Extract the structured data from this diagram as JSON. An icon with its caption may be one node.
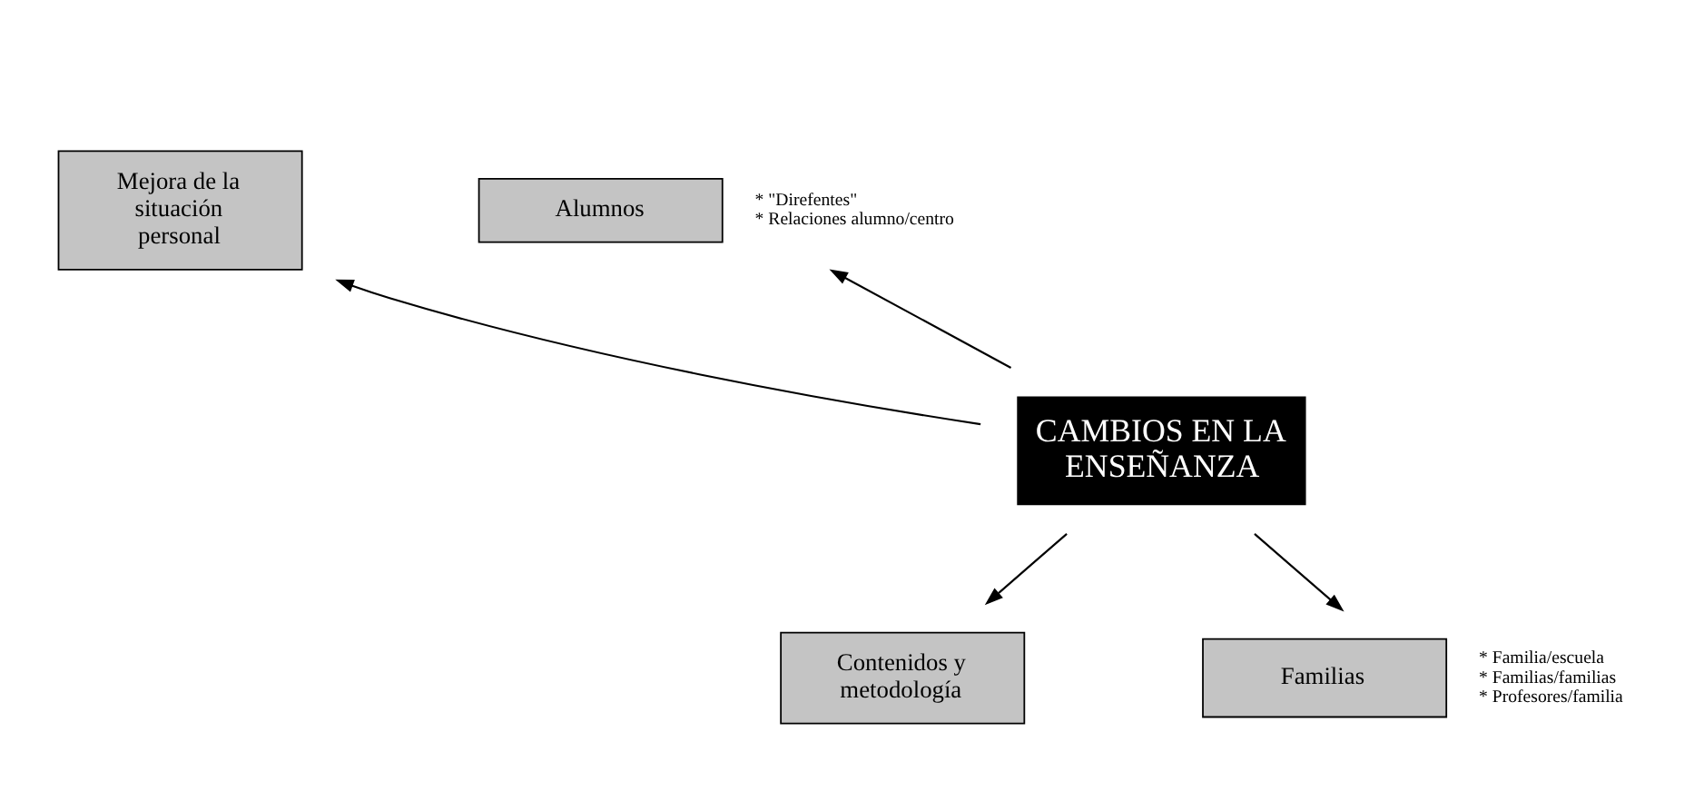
{
  "diagram": {
    "nodes": [
      {
        "text": [
          "Mejora de la situación personal"
        ]
      },
      {
        "text": [
          "Alumnos"
        ],
        "beside": [
          "* \"Direfentes\"",
          "* Relaciones alumno/centro"
        ]
      },
      {
        "text": [
          "CAMBIOS EN LA ENSEÑANZA"
        ]
      },
      {
        "text": [
          "Contenidos y metodología"
        ]
      },
      {
        "text": [
          "Familias"
        ],
        "beside": [
          "* Familia/escuela",
          "* Familias/familias",
          "* Profesores/familia"
        ]
      }
    ],
    "edges": [
      {
        "from": 2,
        "to": 0,
        "arrow": "to"
      },
      {
        "from": 2,
        "to": 1,
        "arrow": "to"
      },
      {
        "from": 2,
        "to": 3,
        "arrow": "to"
      },
      {
        "from": 2,
        "to": 4,
        "arrow": "to"
      }
    ]
  }
}
